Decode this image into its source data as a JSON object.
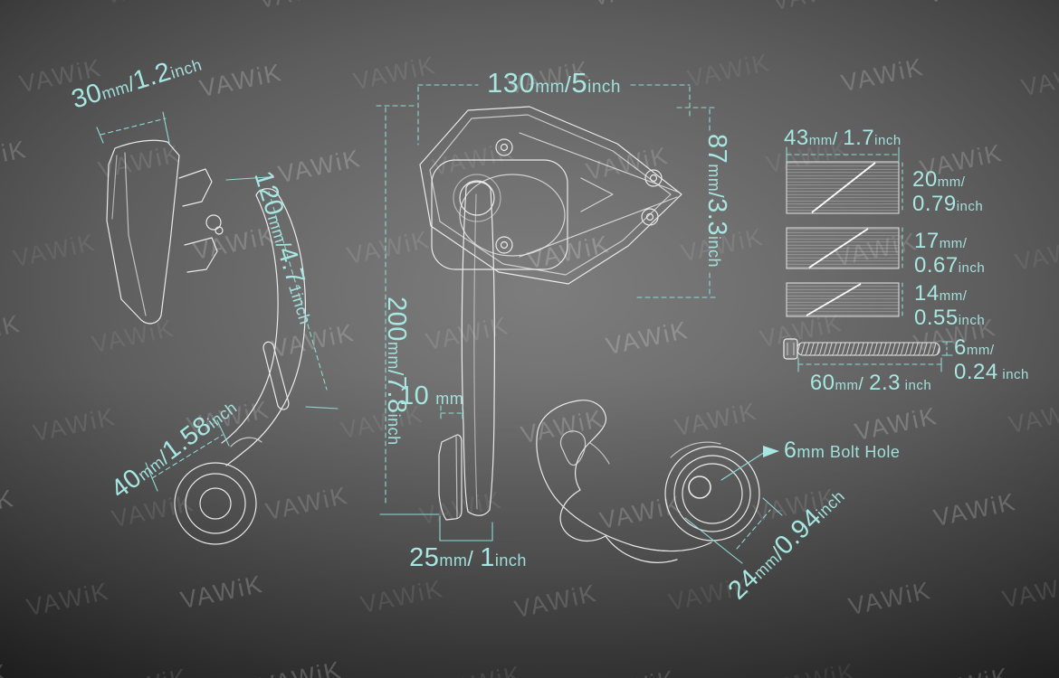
{
  "watermark": {
    "text": "VAWiK"
  },
  "colors": {
    "accent": "#a7e6e1",
    "dim_line": "#8fd9d3",
    "lineart": "#f5f5f5"
  },
  "labels": {
    "d30": {
      "v1": "30",
      "u1": "mm",
      "sep": "/",
      "v2": "1.2",
      "u2": "inch"
    },
    "d120": {
      "v1": "120",
      "u1": "mm",
      "sep": "/",
      "v2": "4.7",
      "u2": "1inch"
    },
    "d40": {
      "v1": "40",
      "u1": "mm",
      "sep": "/",
      "v2": "1.58",
      "u2": "inch"
    },
    "d130": {
      "v1": "130",
      "u1": "mm",
      "sep": "/",
      "v2": "5",
      "u2": "inch"
    },
    "d87": {
      "v1": "87",
      "u1": "mm",
      "sep": "/",
      "v2": "3.3",
      "u2": "inch"
    },
    "d200": {
      "v1": "200",
      "u1": "mm",
      "sep": "/",
      "v2": "7.8",
      "u2": "inch"
    },
    "d10": {
      "v1": "10",
      "u1": "mm"
    },
    "d25": {
      "v1": "25",
      "u1": "mm",
      "sep": "/ ",
      "v2": "1",
      "u2": "inch"
    },
    "d43": {
      "v1": "43",
      "u1": "mm",
      "sep": "/ ",
      "v2": "1.7",
      "u2": "inch"
    },
    "d20": {
      "v1": "20",
      "u1": "mm/",
      "v2": "0.79",
      "u2": "inch"
    },
    "d17": {
      "v1": "17",
      "u1": "mm/",
      "v2": "0.67",
      "u2": "inch"
    },
    "d14": {
      "v1": "14",
      "u1": "mm/",
      "v2": "0.55",
      "u2": "inch"
    },
    "d60": {
      "v1": "60",
      "u1": "mm",
      "sep": "/ ",
      "v2": "2.3",
      "u2": " inch"
    },
    "d6": {
      "v1": "6",
      "u1": "mm/",
      "v2": "0.24",
      "u2": " inch"
    },
    "d24": {
      "v1": "24",
      "u1": "mm",
      "sep": "/",
      "v2": "0.94",
      "u2": "inch"
    },
    "bolt_hole": {
      "v1": "6",
      "u1": "mm Bolt Hole"
    }
  }
}
